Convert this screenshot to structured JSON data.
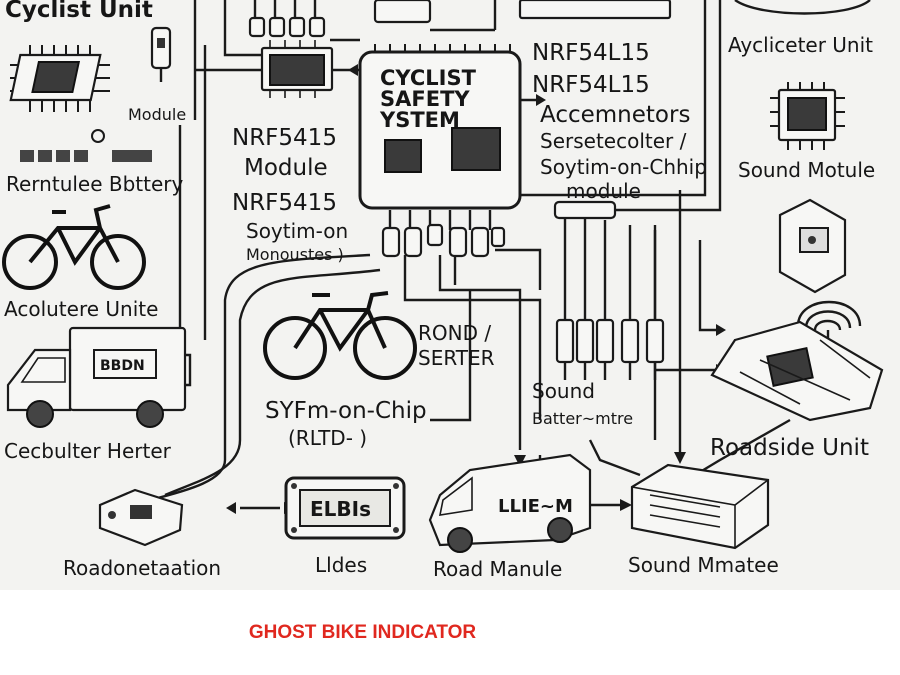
{
  "diagram": {
    "labels": {
      "cyclist_unit": "Cyclist Unit",
      "module_small": "Module",
      "replaceable_battery": "Rerntulee Bbttery",
      "accelerometer_unit": "Acolutere Unite",
      "cellular_meter": "Cecbulter Herter",
      "roadside_detection": "Roadonetaation",
      "leds": "Lldes",
      "road_module": "Road Manule",
      "sound_meter": "Sound Mmatee",
      "nrf_module_title": "NRF5415",
      "nrf_module_sub": "Module",
      "nrf_soc_title": "NRF5415",
      "nrf_soc_line1": "Soytim-on",
      "nrf_soc_line2": "Monoustes )",
      "core_line1": "CYCLIST",
      "core_line2": "SAFETY",
      "core_line3": "YSTEM",
      "nrf54_line1": "NRF54L15",
      "nrf54_line2": "NRF54L15",
      "accel_line": "Accemnetors",
      "sensor_line": "Sersetecolter /",
      "soc_line": "Soytim-on-Chhip",
      "module_line": "module",
      "accel_unit_right": "Aycliceter Unit",
      "sound_module": "Sound Motule",
      "road_sensor_1": "ROND /",
      "road_sensor_2": "SERTER",
      "soc_chip_1": "SYFm-on-Chip",
      "soc_chip_2": "(RLTD-        )",
      "sound_battery_1": "Sound",
      "sound_battery_2": "Batter~mtre",
      "roadside_unit": "Roadside Unit",
      "truck_sign": "BBDN",
      "lcd_text": "ELBIs",
      "van_text": "LLIE~M"
    }
  },
  "caption": {
    "text": "GHOST BIKE INDICATOR",
    "color": "#e0281f"
  }
}
